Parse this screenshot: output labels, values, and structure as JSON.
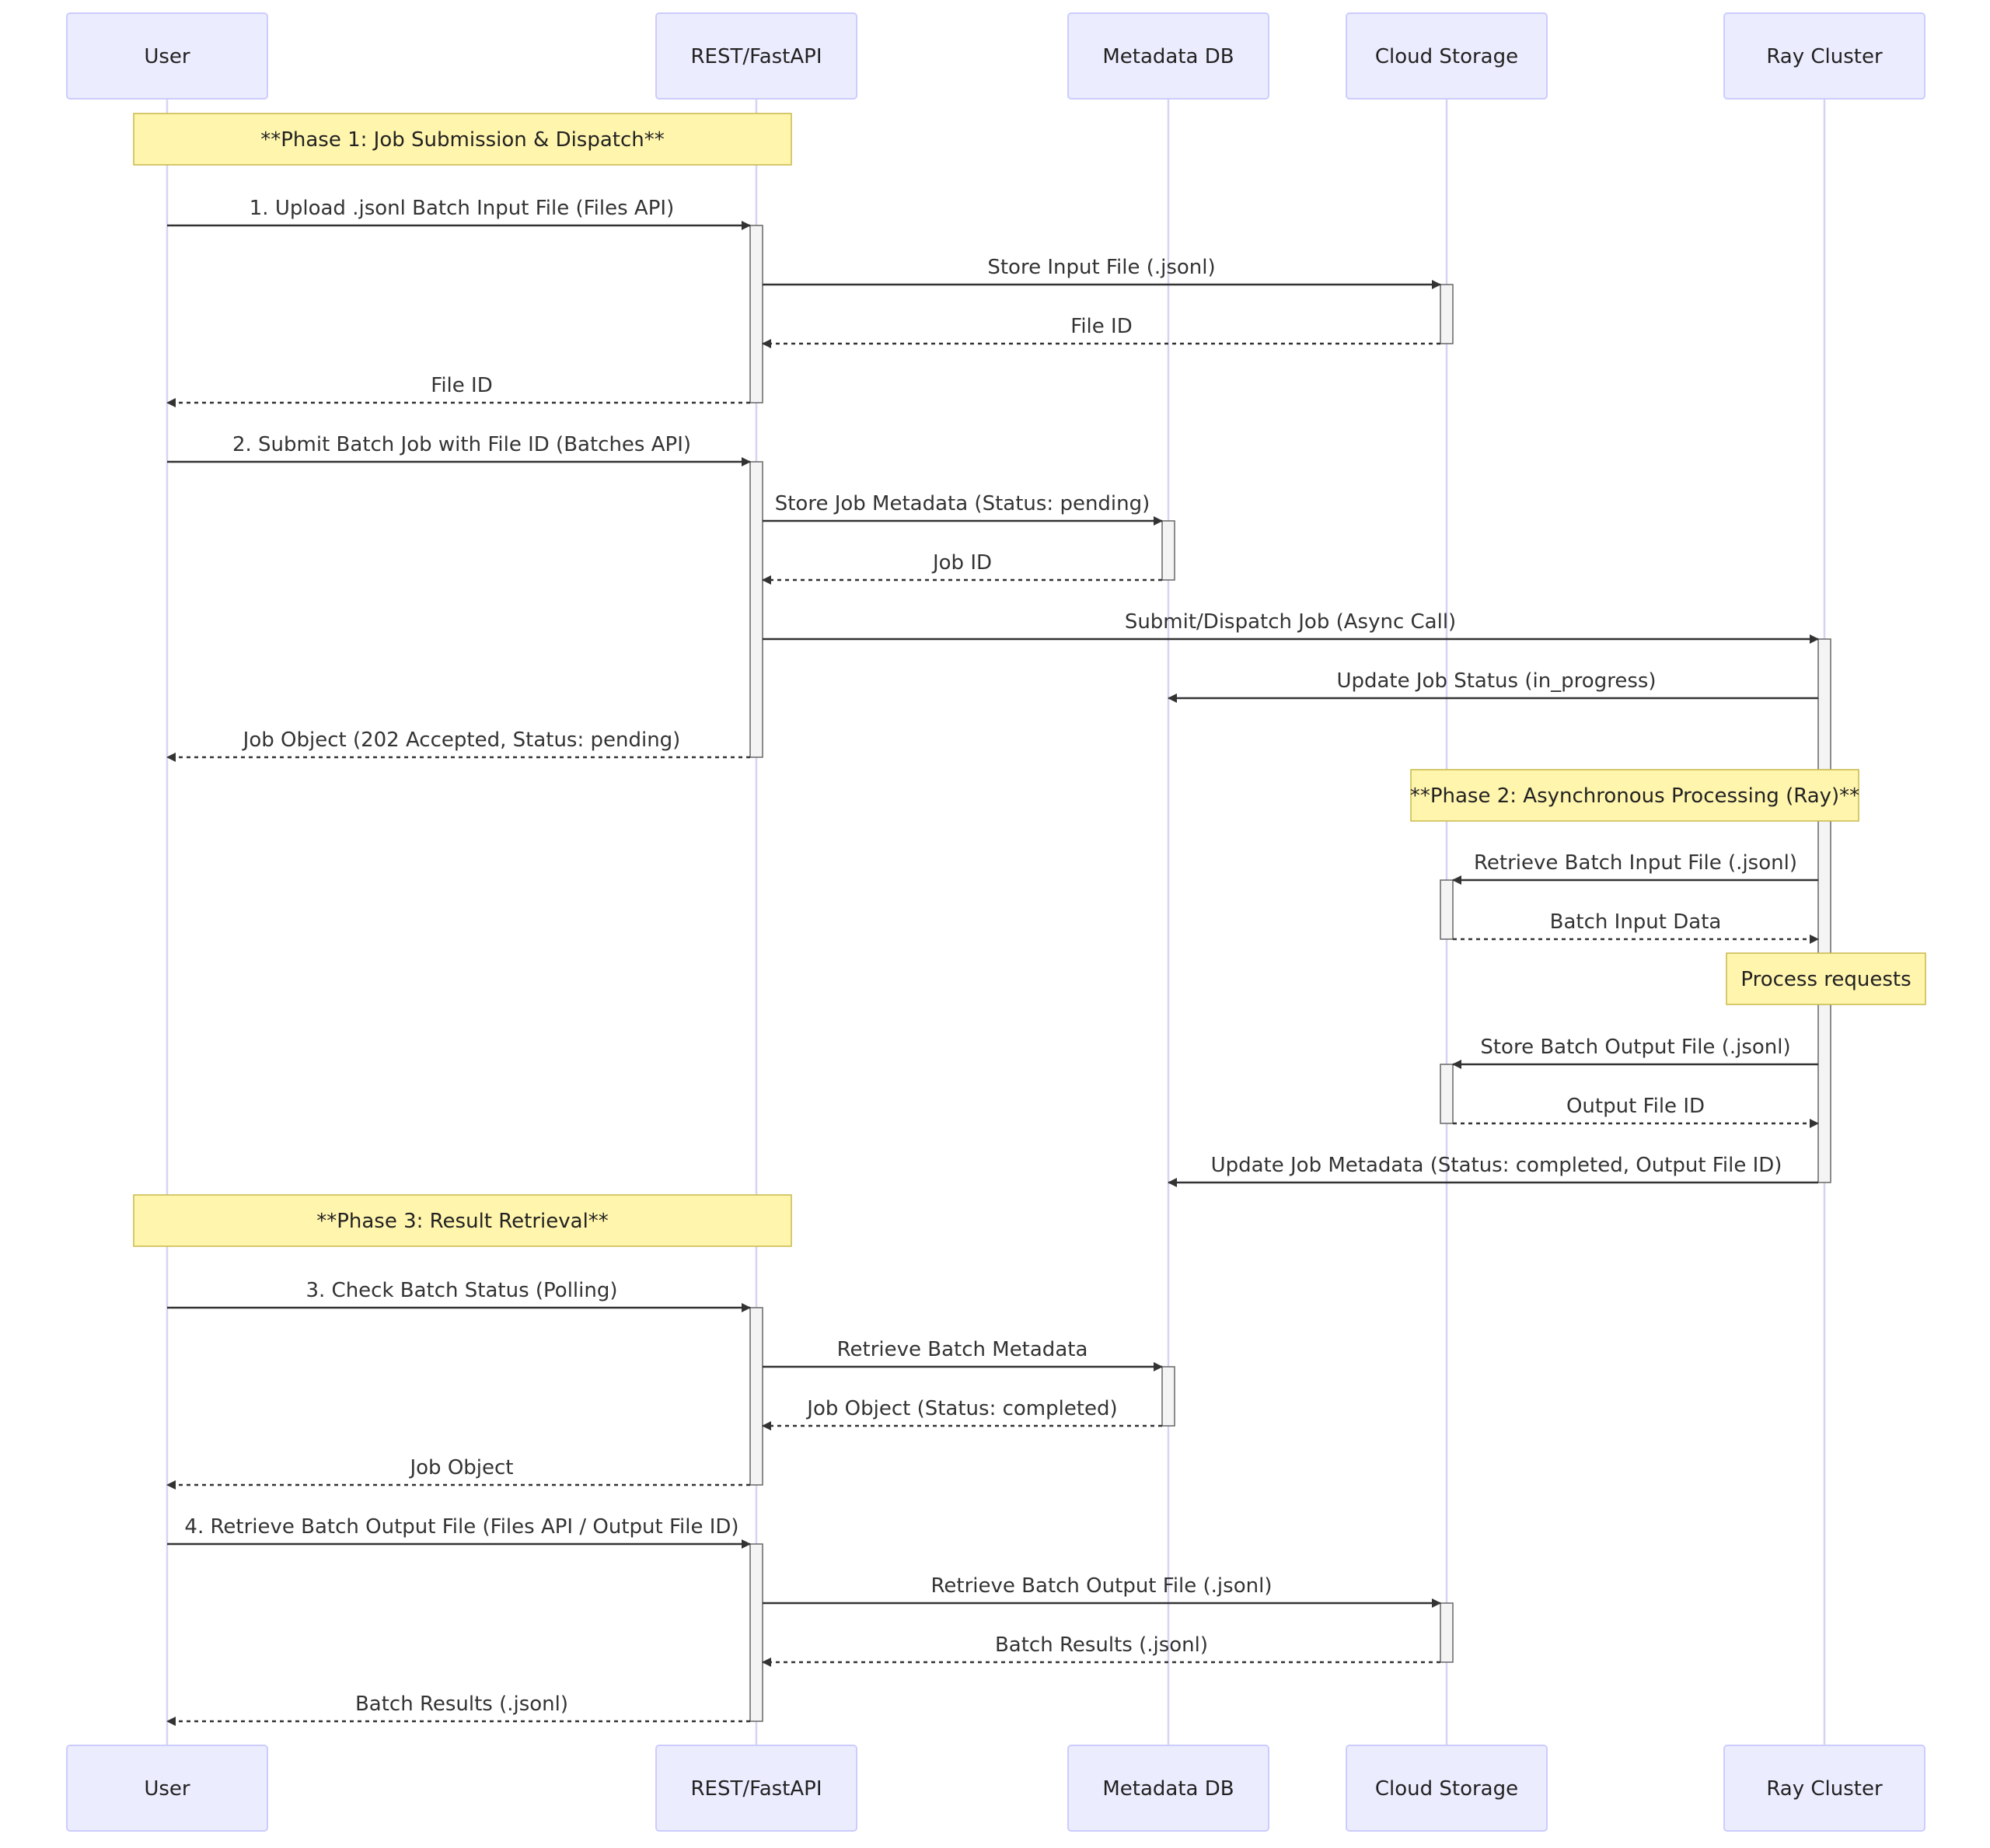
{
  "colors": {
    "actor_fill": "#ECECFF",
    "actor_stroke": "#CCCCFF",
    "lifeline": "#D6D4F3",
    "message": "#333333",
    "activation_fill": "#F4F4F4",
    "activation_stroke": "#666666",
    "note_fill": "#FFF5AD",
    "note_stroke": "#C8B94A"
  },
  "participants": [
    {
      "id": "user",
      "label": "User"
    },
    {
      "id": "api",
      "label": "REST/FastAPI"
    },
    {
      "id": "db",
      "label": "Metadata DB"
    },
    {
      "id": "storage",
      "label": "Cloud Storage"
    },
    {
      "id": "ray",
      "label": "Ray Cluster"
    }
  ],
  "notes": [
    {
      "id": "phase1",
      "text": "**Phase 1: Job Submission & Dispatch**"
    },
    {
      "id": "phase2",
      "text": "**Phase 2: Asynchronous Processing (Ray)**"
    },
    {
      "id": "process",
      "text": "Process requests"
    },
    {
      "id": "phase3",
      "text": "**Phase 3: Result Retrieval**"
    }
  ],
  "messages": [
    {
      "from": "user",
      "to": "api",
      "style": "solid",
      "text": "1. Upload .jsonl Batch Input File (Files API)"
    },
    {
      "from": "api",
      "to": "storage",
      "style": "solid",
      "text": "Store Input File (.jsonl)"
    },
    {
      "from": "storage",
      "to": "api",
      "style": "dashed",
      "text": "File ID"
    },
    {
      "from": "api",
      "to": "user",
      "style": "dashed",
      "text": "File ID"
    },
    {
      "from": "user",
      "to": "api",
      "style": "solid",
      "text": "2. Submit Batch Job with File ID (Batches API)"
    },
    {
      "from": "api",
      "to": "db",
      "style": "solid",
      "text": "Store Job Metadata (Status: pending)"
    },
    {
      "from": "db",
      "to": "api",
      "style": "dashed",
      "text": "Job ID"
    },
    {
      "from": "api",
      "to": "ray",
      "style": "solid",
      "text": "Submit/Dispatch Job (Async Call)"
    },
    {
      "from": "ray",
      "to": "db",
      "style": "solid",
      "text": "Update Job Status (in_progress)"
    },
    {
      "from": "api",
      "to": "user",
      "style": "dashed",
      "text": "Job Object (202 Accepted, Status: pending)"
    },
    {
      "from": "ray",
      "to": "storage",
      "style": "solid",
      "text": "Retrieve Batch Input File (.jsonl)"
    },
    {
      "from": "storage",
      "to": "ray",
      "style": "dashed",
      "text": "Batch Input Data"
    },
    {
      "from": "ray",
      "to": "storage",
      "style": "solid",
      "text": "Store Batch Output File (.jsonl)"
    },
    {
      "from": "storage",
      "to": "ray",
      "style": "dashed",
      "text": "Output File ID"
    },
    {
      "from": "ray",
      "to": "db",
      "style": "solid",
      "text": "Update Job Metadata (Status: completed, Output File ID)"
    },
    {
      "from": "user",
      "to": "api",
      "style": "solid",
      "text": "3. Check Batch Status (Polling)"
    },
    {
      "from": "api",
      "to": "db",
      "style": "solid",
      "text": "Retrieve Batch Metadata"
    },
    {
      "from": "db",
      "to": "api",
      "style": "dashed",
      "text": "Job Object (Status: completed)"
    },
    {
      "from": "api",
      "to": "user",
      "style": "dashed",
      "text": "Job Object"
    },
    {
      "from": "user",
      "to": "api",
      "style": "solid",
      "text": "4. Retrieve Batch Output File (Files API / Output File ID)"
    },
    {
      "from": "api",
      "to": "storage",
      "style": "solid",
      "text": "Retrieve Batch Output File (.jsonl)"
    },
    {
      "from": "storage",
      "to": "api",
      "style": "dashed",
      "text": "Batch Results (.jsonl)"
    },
    {
      "from": "api",
      "to": "user",
      "style": "dashed",
      "text": "Batch Results (.jsonl)"
    }
  ]
}
